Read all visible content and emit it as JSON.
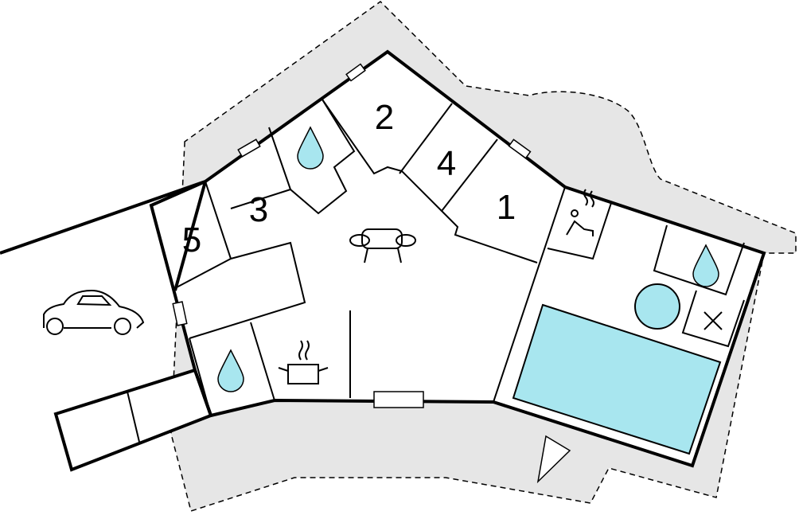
{
  "floorplan": {
    "rooms": [
      {
        "label": "1"
      },
      {
        "label": "2"
      },
      {
        "label": "3"
      },
      {
        "label": "4"
      },
      {
        "label": "5"
      }
    ],
    "icons": [
      "car-icon",
      "sofa-icon",
      "cooking-pot-icon",
      "water-drop-icon",
      "sauna-icon",
      "pool-icon",
      "jacuzzi-icon",
      "x-icon",
      "north-arrow-icon"
    ]
  },
  "colors": {
    "terrain": "#e6e6e6",
    "water": "#a8e6ef",
    "wall": "#000000"
  }
}
